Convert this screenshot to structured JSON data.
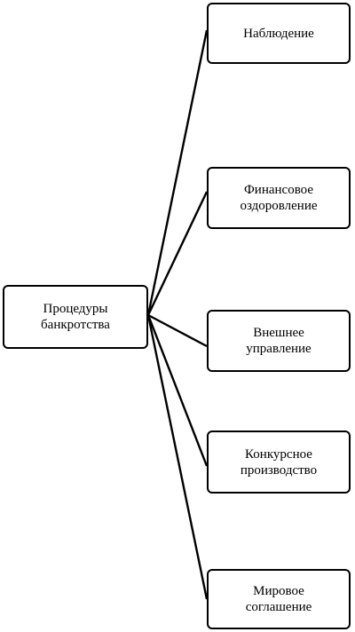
{
  "diagram": {
    "root": {
      "label": "Процедуры\nбанкротства"
    },
    "children": [
      {
        "label": "Наблюдение"
      },
      {
        "label": "Финансовое\nоздоровление"
      },
      {
        "label": "Внешнее\nуправление"
      },
      {
        "label": "Конкурсное\nпроизводство"
      },
      {
        "label": "Мировое\nсоглашение"
      }
    ],
    "colors": {
      "stroke": "#000000",
      "fill": "#ffffff"
    }
  }
}
